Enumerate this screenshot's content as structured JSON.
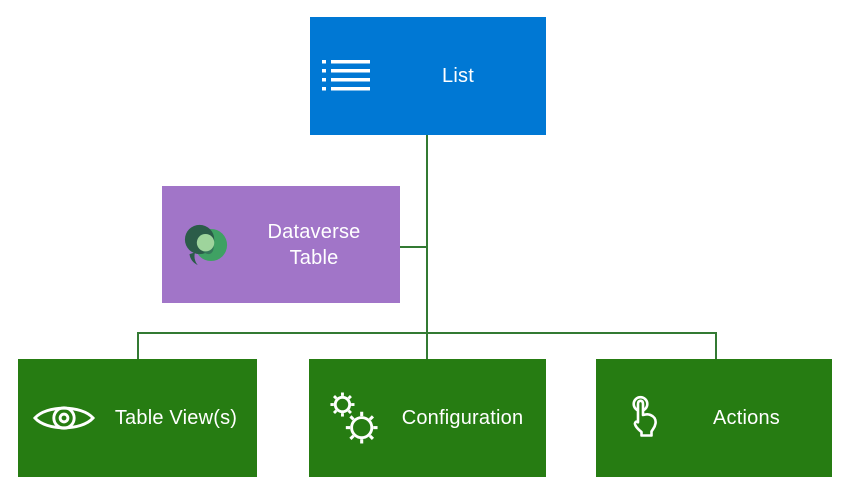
{
  "diagram": {
    "type": "hierarchy",
    "background": "#FFFFFF",
    "connector_color": "#337A33",
    "nodes": [
      {
        "id": "list",
        "label": "List",
        "icon": "list-icon",
        "color": "#0078D4",
        "text_color": "#FFFFFF"
      },
      {
        "id": "dataverse-table",
        "label": "Dataverse Table",
        "label_line1": "Dataverse",
        "label_line2": "Table",
        "icon": "dataverse-icon",
        "color": "#A175C8",
        "text_color": "#FFFFFF",
        "icon_colors": {
          "dark_green": "#2B5C49",
          "green": "#3FA163",
          "overlap": "#35795A",
          "light_green": "#9ED49C"
        }
      },
      {
        "id": "table-views",
        "label": "Table View(s)",
        "icon": "eye-icon",
        "color": "#267C12",
        "text_color": "#FFFFFF"
      },
      {
        "id": "configuration",
        "label": "Configuration",
        "icon": "gears-icon",
        "color": "#267C12",
        "text_color": "#FFFFFF"
      },
      {
        "id": "actions",
        "label": "Actions",
        "icon": "touch-icon",
        "color": "#267C12",
        "text_color": "#FFFFFF"
      }
    ],
    "edges": [
      {
        "from": "list",
        "to": "dataverse-table"
      },
      {
        "from": "list",
        "to": "table-views"
      },
      {
        "from": "list",
        "to": "configuration"
      },
      {
        "from": "list",
        "to": "actions"
      }
    ]
  }
}
